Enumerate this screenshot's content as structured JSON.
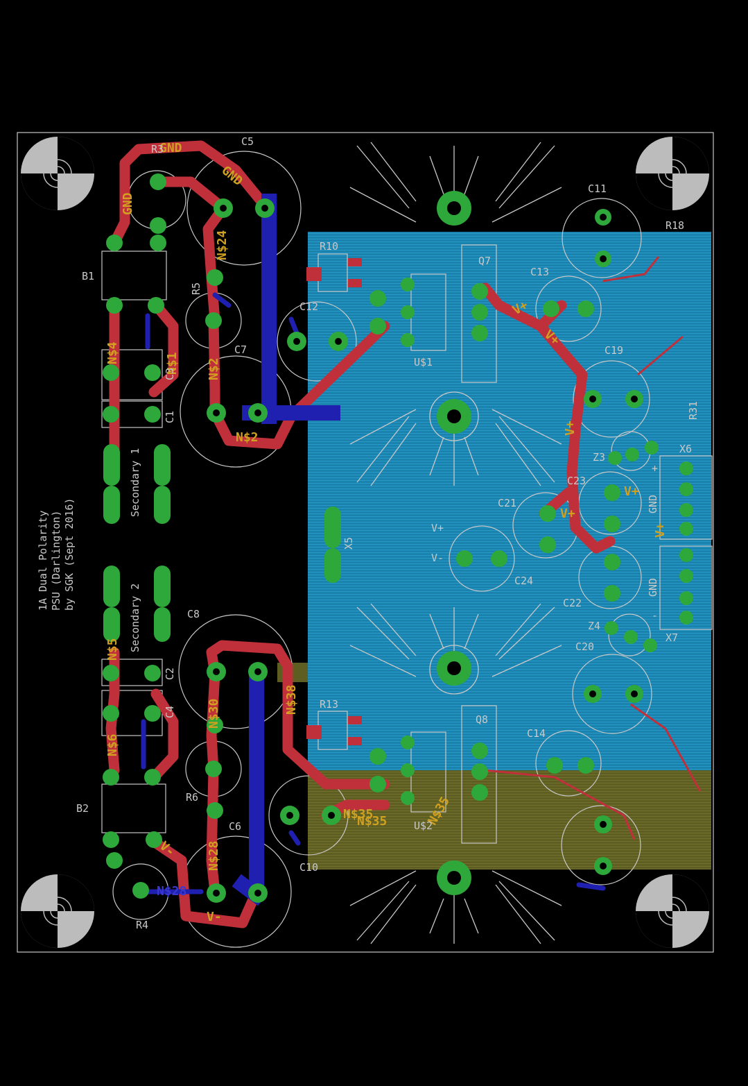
{
  "board": {
    "title_lines": [
      "1A Dual Polarity",
      "PSU (Darlington)",
      "by SGK (Sept 2016)"
    ],
    "colors": {
      "background": "#000000",
      "outline": "#c8c8c8",
      "top_copper": "#c0303a",
      "bottom_copper": "#2020b0",
      "pad": "#2ea83a",
      "pour_blue": "#1f8fbf",
      "pour_olive": "#6a6a2a",
      "name_text": "#d0a020"
    }
  },
  "components": {
    "B1": "B1",
    "B2": "B2",
    "C1": "C1",
    "C2": "C2",
    "C3": "C3",
    "C4": "C4",
    "C5": "C5",
    "C6": "C6",
    "C7": "C7",
    "C8": "C8",
    "C10": "C10",
    "C11": "C11",
    "C12": "C12",
    "C13": "C13",
    "C14": "C14",
    "C19": "C19",
    "C20": "C20",
    "C21": "C21",
    "C22": "C22",
    "C23": "C23",
    "C24": "C24",
    "R3": "R3",
    "R4": "R4",
    "R5": "R5",
    "R6": "R6",
    "R10": "R10",
    "R13": "R13",
    "R18": "R18",
    "R31": "R31",
    "Q7": "Q7",
    "Q8": "Q8",
    "US1": "U$1",
    "US2": "U$2",
    "X5": "X5",
    "X6": "X6",
    "X7": "X7",
    "Z3": "Z3",
    "Z4": "Z4",
    "secondary1": "Secondary 1",
    "secondary2": "Secondary 2"
  },
  "nets": {
    "gnd_a": "GND",
    "gnd_b": "GND",
    "gnd_c": "GND",
    "n24": "N$24",
    "n2a": "N$2",
    "n2b": "N$2",
    "n1": "N$1",
    "n4": "N$4",
    "n5": "N$5",
    "n6": "N$6",
    "n30": "N$30",
    "n38": "N$38",
    "n28": "N$28",
    "n35a": "N$35",
    "n35b": "N$35",
    "n35c": "N$35",
    "n28v": "N$28",
    "vplus_a": "V+",
    "vplus_b": "V+",
    "vplus_c": "V+",
    "vplus_d": "V+",
    "vplus_e": "V+",
    "vplus_f": "V+",
    "vminus_a": "V-",
    "vminus_b": "V-",
    "vminus_c": "V-",
    "gnd_x6": "GND",
    "gnd_x7": "GND",
    "plus": "+",
    "minus": "-"
  }
}
